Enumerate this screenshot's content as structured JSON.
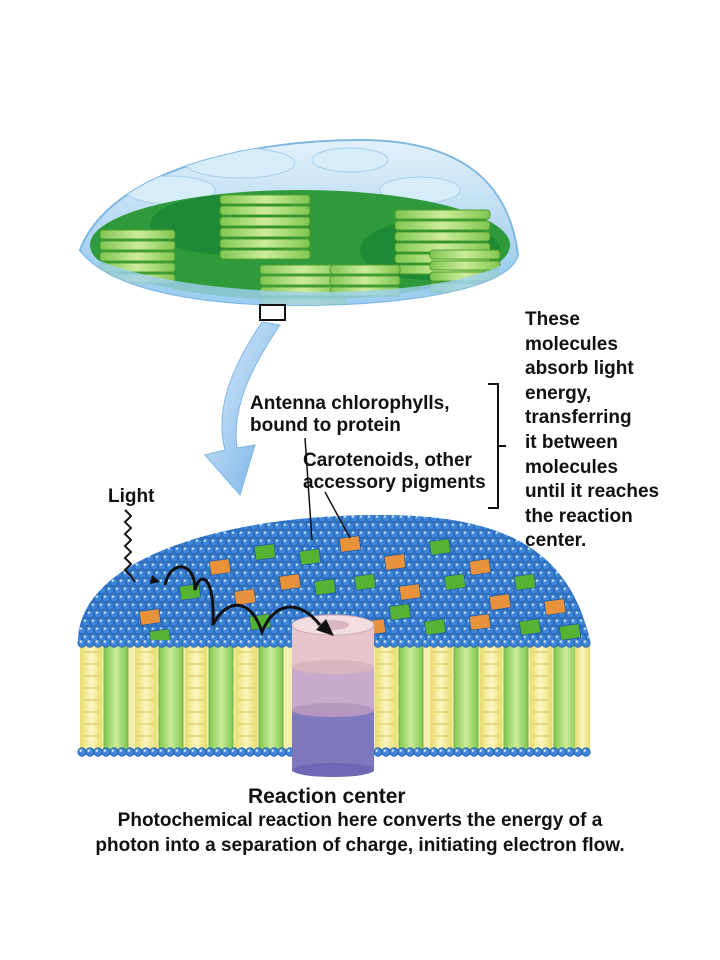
{
  "labels": {
    "light": "Light",
    "antenna_line1": "Antenna chlorophylls,",
    "antenna_line2": "bound to protein",
    "carotenoids_line1": "Carotenoids, other",
    "carotenoids_line2": "accessory pigments",
    "side_note": [
      "These",
      "molecules",
      "absorb light",
      "energy,",
      "transferring",
      "it between",
      "molecules",
      "until it reaches",
      "the reaction",
      "center."
    ],
    "reaction_center": "Reaction center",
    "caption_line1": "Photochemical reaction here converts the energy of a",
    "caption_line2": "photon into a separation of charge, initiating electron flow."
  },
  "colors": {
    "chloroplast_envelope": "#b9dcf2",
    "chlorophyll_green": "#55b233",
    "antenna_blue": "#3f86d8",
    "carotenoid_orange": "#e8933c",
    "reaction_center_top": "#e6c4cc",
    "reaction_center_mid": "#c9a9cc",
    "reaction_center_bottom": "#7e78bf",
    "membrane_yellow": "#f0ea8c"
  }
}
